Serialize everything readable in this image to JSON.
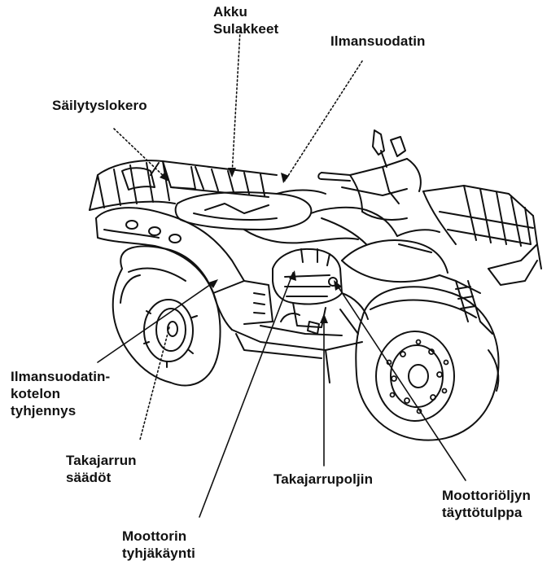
{
  "labels": {
    "akku": "Akku",
    "sulakkeet": "Sulakkeet",
    "ilmansuodatin": "Ilmansuodatin",
    "sailytyslokero": "Säilytyslokero",
    "ilmansuodatin_kotelo_1": "Ilmansuodatin-",
    "ilmansuodatin_kotelo_2": "kotelon",
    "ilmansuodatin_kotelo_3": "tyhjennys",
    "takajarrun_1": "Takajarrun",
    "takajarrun_2": "säädöt",
    "takajarrupoljin": "Takajarrupoljin",
    "oljy_1": "Moottoriöljyn",
    "oljy_2": "täyttötulppa",
    "tyhjakaynti_1": "Moottorin",
    "tyhjakaynti_2": "tyhjäkäynti"
  },
  "colors": {
    "ink": "#111111",
    "background": "#ffffff"
  }
}
